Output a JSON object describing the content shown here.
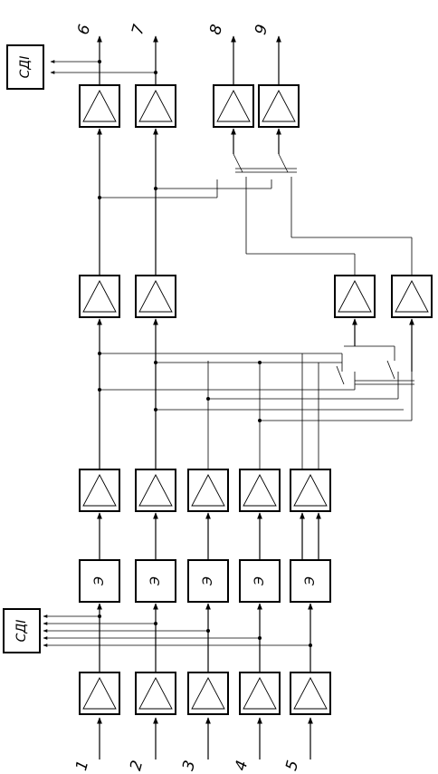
{
  "inputs": [
    "1",
    "2",
    "3",
    "4",
    "5"
  ],
  "outputs": [
    "6",
    "7",
    "8",
    "9"
  ],
  "sdi_label": "СДI",
  "block_symbol": "Э"
}
